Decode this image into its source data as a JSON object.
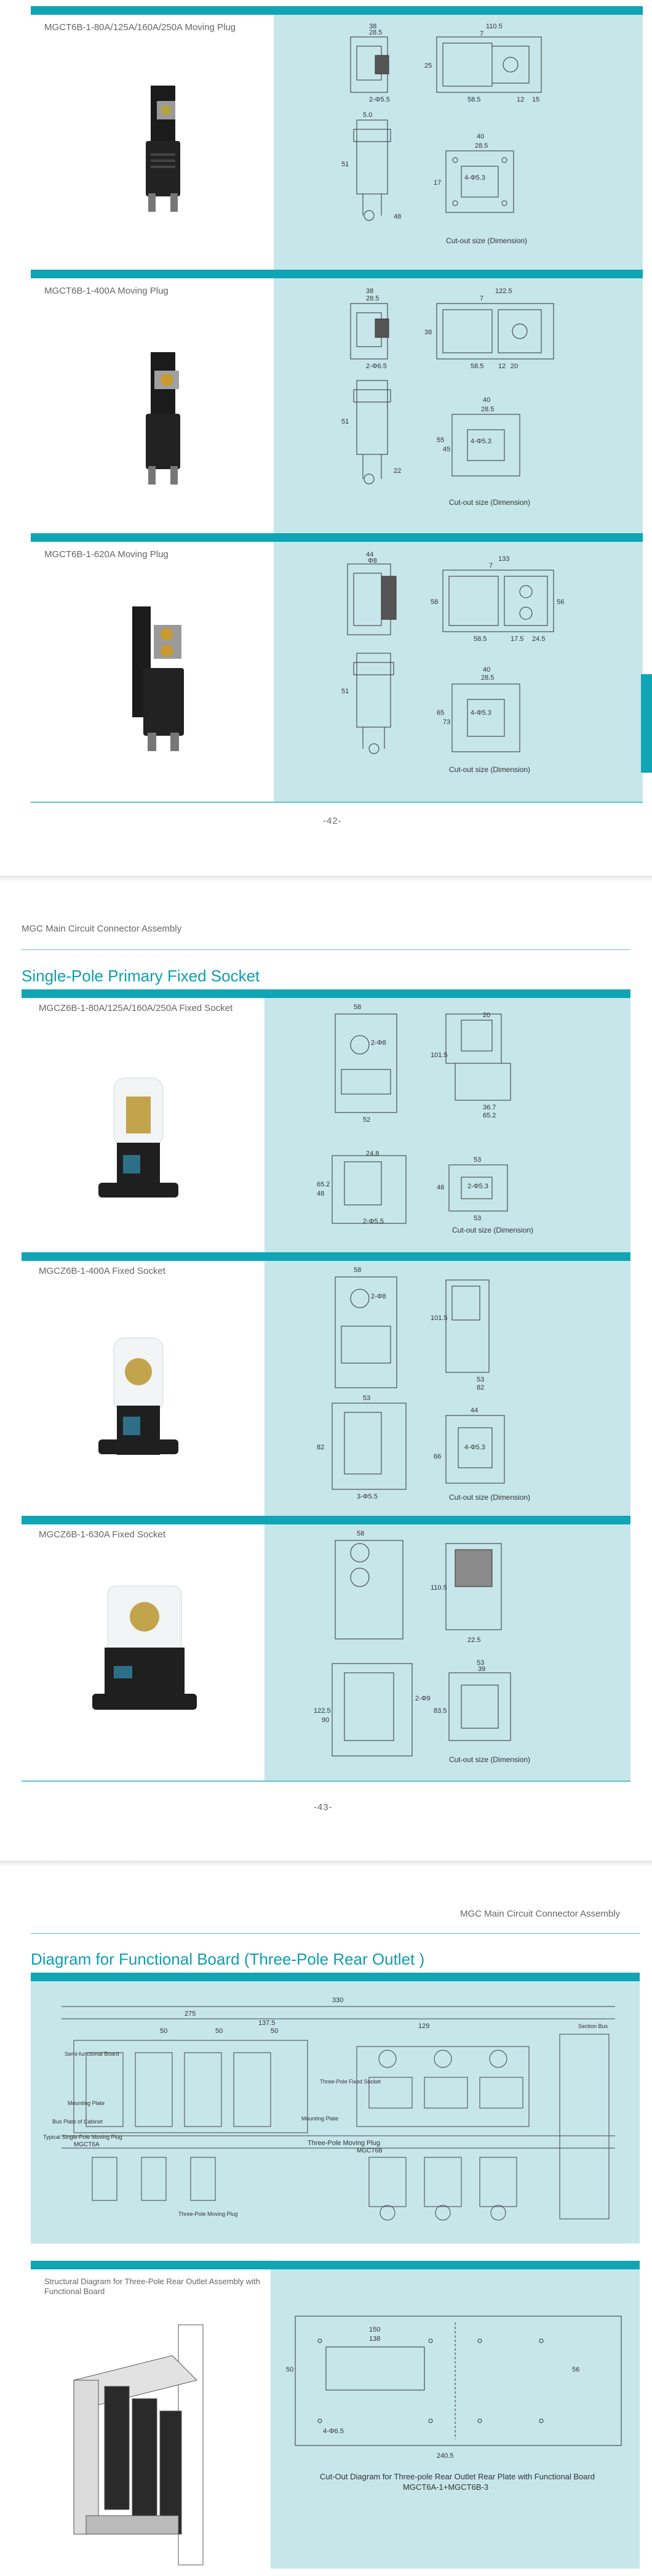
{
  "page42": {
    "panels": [
      {
        "title": "MGCT6B-1-80A/125A/160A/250A Moving Plug",
        "dims": [
          "38",
          "28.5",
          "110.5",
          "7",
          "25",
          "2-Φ5.5",
          "12",
          "15",
          "58.5",
          "5.0",
          "40",
          "28.5",
          "4-Φ5.3",
          "51",
          "17",
          "48"
        ],
        "cutout": "Cut-out size (Dimension)"
      },
      {
        "title": "MGCT6B-1-400A Moving Plug",
        "dims": [
          "38",
          "28.5",
          "122.5",
          "7",
          "2-Φ6.5",
          "38",
          "58.5",
          "20",
          "12",
          "40",
          "28.5",
          "4-Φ5.3",
          "51",
          "55",
          "45",
          "22"
        ],
        "cutout": "Cut-out size (Dimension)"
      },
      {
        "title": "MGCT6B-1-620A Moving Plug",
        "dims": [
          "44",
          "Φ8",
          "133",
          "7",
          "58",
          "58.5",
          "17.5",
          "24.5",
          "56",
          "40",
          "28.5",
          "4-Φ5.3",
          "51",
          "65",
          "73"
        ],
        "cutout": "Cut-out size (Dimension)"
      }
    ],
    "page_number": "-42-"
  },
  "page43": {
    "header_small": "MGC Main Circuit Connector Assembly",
    "section_title": "Single-Pole Primary Fixed Socket",
    "panels": [
      {
        "title": "MGCZ6B-1-80A/125A/160A/250A Fixed Socket",
        "dims": [
          "58",
          "2-Φ8",
          "101.5",
          "20",
          "52",
          "36.7",
          "65.2",
          "24.8",
          "65.2",
          "48",
          "2-Φ5.5",
          "53",
          "48",
          "2-Φ5.3",
          "53"
        ],
        "cutout": "Cut-out size (Dimension)"
      },
      {
        "title": "MGCZ6B-1-400A Fixed Socket",
        "dims": [
          "58",
          "2-Φ8",
          "101.5",
          "53",
          "82",
          "53",
          "44",
          "4-Φ5.3",
          "82",
          "66",
          "3-Φ5.5"
        ],
        "cutout": "Cut-out size (Dimension)"
      },
      {
        "title": "MGCZ6B-1-630A Fixed Socket",
        "dims": [
          "58",
          "110.5",
          "22.5",
          "53",
          "39",
          "122.5",
          "90",
          "83.5",
          "2-Φ9"
        ],
        "cutout": "Cut-out size (Dimension)"
      }
    ],
    "page_number": "-43-"
  },
  "page44": {
    "header_small": "MGC Main Circuit Connector Assembly",
    "section_title": "Diagram for Functional Board (Three-Pole Rear Outlet )",
    "diagram1": {
      "labels": [
        "Semi-functional Board",
        "Three-Pole Fixed Socket",
        "Mounting Plate",
        "Three-Pole Moving Plug",
        "Typical Single-Pole Moving Plug",
        "Section Bus",
        "Bus Plate of Cabinet",
        "Mounting Plate"
      ],
      "dims": [
        "330",
        "275",
        "129",
        "137.5",
        "50",
        "50",
        "50"
      ],
      "caption_a": "Three-Pole Moving Plug",
      "caption_b": "MGCT6B",
      "caption_c": "MGCT6A"
    },
    "diagram2": {
      "left_title": "Structural Diagram for Three-Pole Rear  Outlet Assembly with Functional Board",
      "dims": [
        "240.5",
        "150",
        "138",
        "50",
        "56",
        "4-Φ6.5"
      ],
      "caption_1": "Cut-Out Diagram for Three-pole Rear  Outlet Rear Plate with Functional Board",
      "caption_2": "MGCT6A-1+MGCT6B-3"
    }
  }
}
